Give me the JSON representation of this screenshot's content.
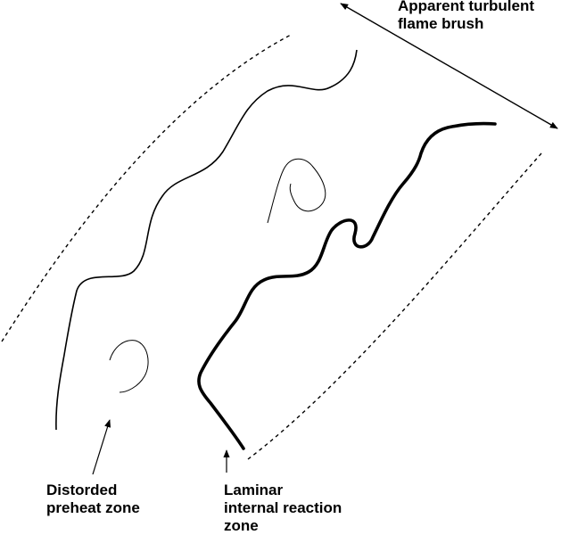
{
  "labels": {
    "flame_brush": [
      "Apparent turbulent",
      "flame brush"
    ],
    "preheat_zone": [
      "Distorded",
      "preheat zone"
    ],
    "reaction_zone": [
      "Laminar",
      "internal reaction",
      "zone"
    ]
  },
  "colors": {
    "ink": "#000000",
    "background": "#ffffff"
  }
}
